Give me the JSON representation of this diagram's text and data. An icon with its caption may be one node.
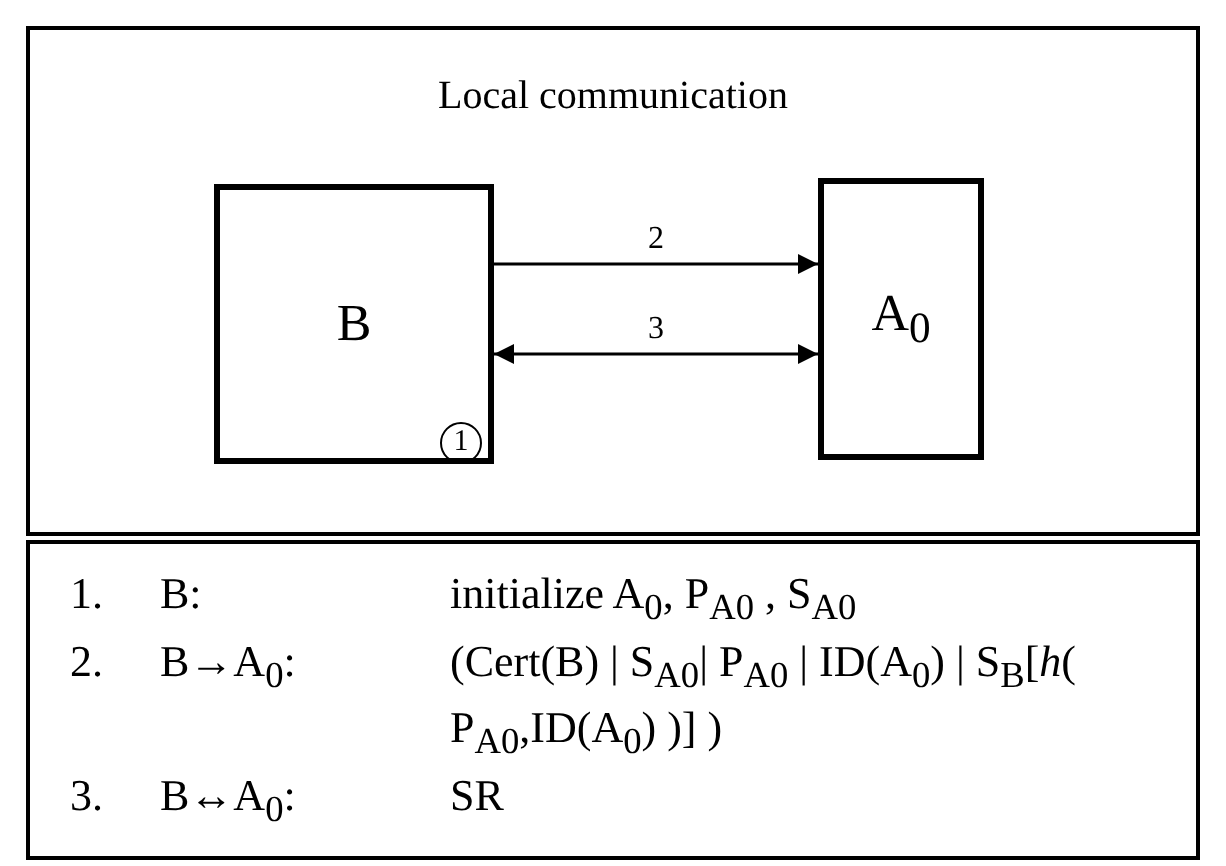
{
  "diagram": {
    "nodes": [
      {
        "text": [
          "Local communication"
        ]
      },
      {
        "text": [
          "B"
        ],
        "in": 0
      },
      {
        "text": [
          "A$_{0}$"
        ],
        "in": 0
      },
      {
        "text": [
          "1"
        ],
        "in": 1
      }
    ],
    "edges": [
      {
        "from": 1,
        "to": 2,
        "arrow": "to",
        "label": "2"
      },
      {
        "from": 1,
        "to": 2,
        "arrow": "both",
        "label": "3"
      }
    ],
    "labels": [
      "1.",
      "B:",
      "initialize A$_{0}$, P$_{A0}$ , S$_{A0}$",
      "2.",
      "B→A$_{0}$:",
      "(Cert(B) | S$_{A0}$| P$_{A0}$ | ID(A$_{0}$) | S$_{B}$[*h*( P$_{A0}$,ID(A$_{0}$) )] )",
      "3.",
      "B↔A$_{0}$:",
      "SR"
    ]
  }
}
